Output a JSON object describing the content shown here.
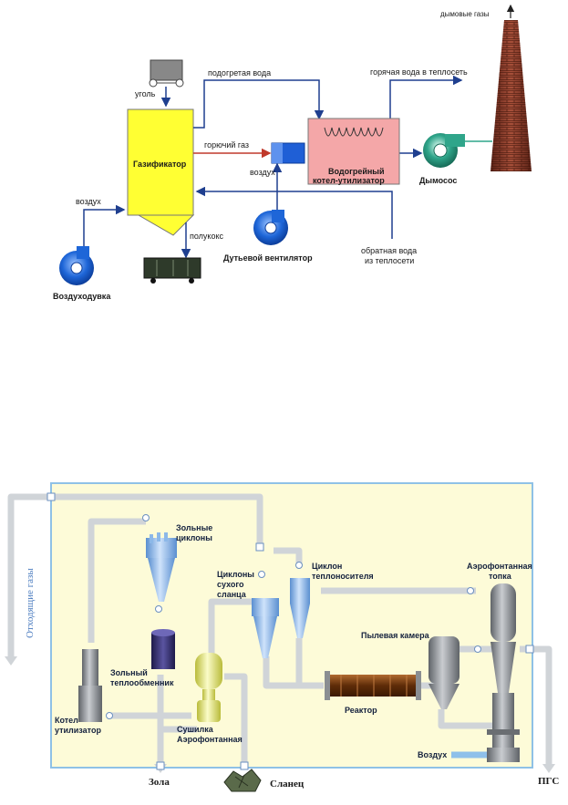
{
  "diagram1": {
    "labels": {
      "flue_gases": "дымовые газы",
      "heated_water": "подогретая вода",
      "hot_water": "горячая вода в теплосеть",
      "coal": "уголь",
      "gasifier": "Газификатор",
      "fuel_gas": "горючий газ",
      "air_burner": "воздух",
      "boiler_line1": "Водогрейный",
      "boiler_line2": "котел-утилизатор",
      "smoke_exhauster": "Дымосос",
      "air_blower": "воздух",
      "semicoke": "полукокс",
      "blower_fan": "Дутьевой вентилятор",
      "return_line1": "обратная вода",
      "return_line2": "из теплосети",
      "air_blower_unit": "Воздуходувка"
    },
    "colors": {
      "gasifier": "#ffff33",
      "boiler": "#f4a7a8",
      "burner": "#1f5fd6",
      "fan": "#1e66d8",
      "pump": "#2fa58a",
      "chimney": "#8b3a2a",
      "pipe_blue": "#1f3f8f",
      "pipe_red": "#c0392b"
    }
  },
  "diagram2": {
    "labels": {
      "exhaust_gases": "Отходящие газы",
      "ash_cyclones_1": "Зольные",
      "ash_cyclones_2": "циклоны",
      "dry_cyclones_1": "Циклоны",
      "dry_cyclones_2": "сухого",
      "dry_cyclones_3": "сланца",
      "heat_cyclone_1": "Циклон",
      "heat_cyclone_2": "теплоносителя",
      "aero_furnace_1": "Аэрофонтанная",
      "aero_furnace_2": "топка",
      "ash_exchanger_1": "Зольный",
      "ash_exchanger_2": "теплообменник",
      "dust_chamber": "Пылевая камера",
      "boiler_1": "Котел",
      "boiler_2": "утилизатор",
      "reactor": "Реактор",
      "dryer_1": "Сушилка",
      "dryer_2": "Аэрофонтанная",
      "air": "Воздух",
      "ash": "Зола",
      "shale": "Сланец",
      "pgs": "ПГС"
    },
    "colors": {
      "background": "#fdfbd8",
      "border": "#8fc1e6",
      "pipe": "#d0d4d8",
      "cyclone": "#8cb8e8",
      "reactor": "#7a3d12",
      "dryer": "#eef07a",
      "exchanger": "#3b3570",
      "grey_unit": "#8a8e92"
    }
  }
}
